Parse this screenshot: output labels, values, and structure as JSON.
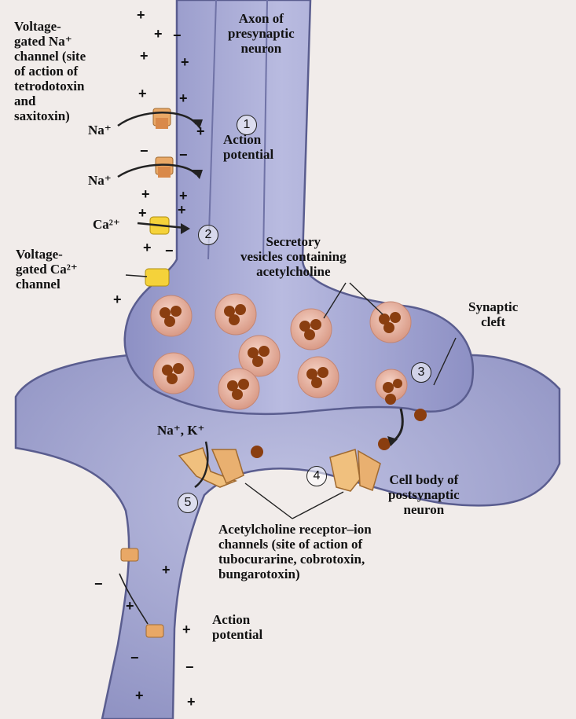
{
  "labels": {
    "axon": "Axon of\npresynaptic\nneuron",
    "na_channel": "Voltage-\ngated Na⁺\nchannel (site\nof action of\ntetrodotoxin\nand\nsaxitoxin)",
    "na_ion_1": "Na⁺",
    "na_ion_2": "Na⁺",
    "ca_ion": "Ca²⁺",
    "ca_channel": "Voltage-\ngated Ca²⁺\nchannel",
    "action_potential_1": "Action\npotential",
    "vesicles": "Secretory\nvesicles containing\nacetylcholine",
    "synaptic_cleft": "Synaptic\ncleft",
    "na_k": "Na⁺, K⁺",
    "cell_body": "Cell body of\npostsynaptic\nneuron",
    "receptor": "Acetylcholine receptor–ion\nchannels (site of action of\ntubocurarine, cobrotoxin,\nbungarotoxin)",
    "action_potential_2": "Action\npotential"
  },
  "steps": [
    "1",
    "2",
    "3",
    "4",
    "5"
  ],
  "signs": {
    "plus": "+",
    "minus": "−"
  },
  "colors": {
    "membrane": "#7c7fae",
    "cytoplasm": "#a9acd4",
    "vesicle": "#e8b6a6",
    "acetylcholine": "#8a3e10",
    "channel": "#f0c07e",
    "ca_channel": "#f5d23a",
    "background": "#f1ecea"
  }
}
